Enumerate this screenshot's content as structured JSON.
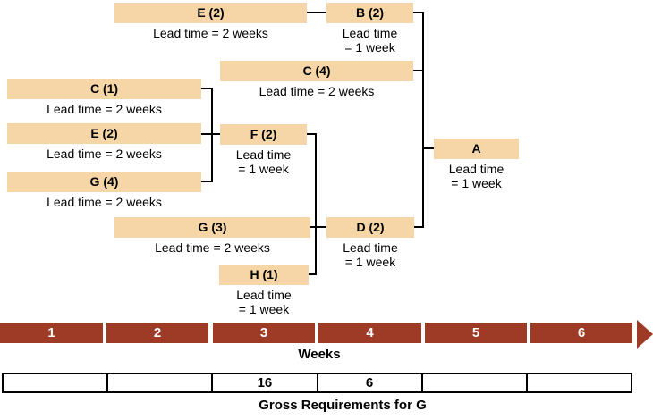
{
  "colors": {
    "bar_fill": "#F6D5A7",
    "week_fill": "#9E3B26",
    "line": "#000000"
  },
  "nodes": [
    {
      "name": "E-top",
      "label": "E (2)",
      "lead": "Lead time = 2 weeks"
    },
    {
      "name": "B",
      "label": "B (2)",
      "lead": "Lead time\n= 1 week"
    },
    {
      "name": "C4",
      "label": "C (4)",
      "lead": "Lead time = 2 weeks"
    },
    {
      "name": "C1",
      "label": "C (1)",
      "lead": "Lead time = 2 weeks"
    },
    {
      "name": "E2",
      "label": "E (2)",
      "lead": "Lead time = 2 weeks"
    },
    {
      "name": "G4",
      "label": "G (4)",
      "lead": "Lead time = 2 weeks"
    },
    {
      "name": "F",
      "label": "F (2)",
      "lead": "Lead time\n= 1 week"
    },
    {
      "name": "G3",
      "label": "G (3)",
      "lead": "Lead time = 2 weeks"
    },
    {
      "name": "H",
      "label": "H (1)",
      "lead": "Lead time\n= 1 week"
    },
    {
      "name": "D",
      "label": "D (2)",
      "lead": "Lead time\n= 1 week"
    },
    {
      "name": "A",
      "label": "A",
      "lead": "Lead time\n= 1 week"
    }
  ],
  "timeline": {
    "weeks": [
      "1",
      "2",
      "3",
      "4",
      "5",
      "6"
    ],
    "axis_label": "Weeks"
  },
  "gross_requirements": {
    "cells": [
      "",
      "",
      "16",
      "6",
      "",
      ""
    ],
    "label": "Gross Requirements for G"
  }
}
